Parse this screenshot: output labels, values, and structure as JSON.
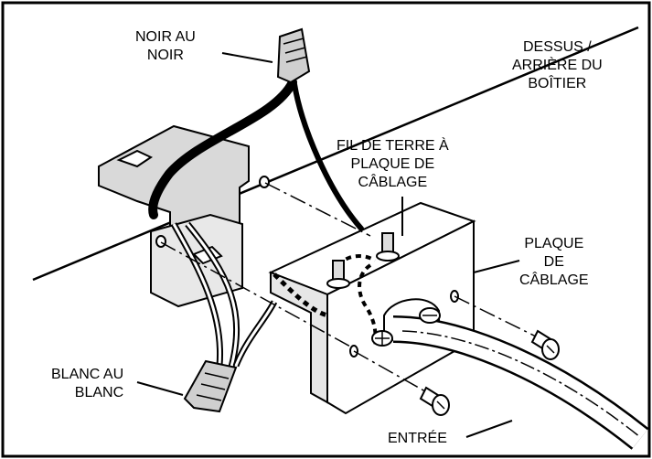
{
  "labels": {
    "black_to_black": [
      "NOIR AU",
      "NOIR"
    ],
    "top_back": [
      "DESSUS /",
      "ARRIÈRE DU",
      "BOÎTIER"
    ],
    "ground_wire": [
      "FIL DE TERRE À",
      "PLAQUE DE",
      "CÂBLAGE"
    ],
    "wiring_plate": [
      "PLAQUE",
      "DE",
      "CÂBLAGE"
    ],
    "white_to_white": [
      "BLANC AU",
      "BLANC"
    ],
    "entry": "ENTRÉE"
  },
  "colors": {
    "line": "#000000",
    "background": "#ffffff",
    "bracket_fill": "#d9d9d9",
    "box_fill": "#e6e6e6"
  },
  "icons": [
    "wire-nut-icon",
    "screw-icon",
    "ground-screw-icon",
    "conduit-cable-icon"
  ]
}
